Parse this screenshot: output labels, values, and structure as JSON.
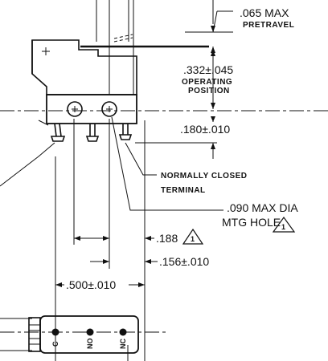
{
  "dimensions": {
    "pretravel_value": ".065 MAX",
    "pretravel_label": "PRETRAVEL",
    "operating_value": ".332±.045",
    "operating_label_1": "OPERATING",
    "operating_label_2": "POSITION",
    "height_value": ".180±.010",
    "nc_label_1": "NORMALLY CLOSED",
    "nc_label_2": "TERMINAL",
    "hole_label_1": ".090 MAX DIA",
    "hole_label_2": "MTG HOLE",
    "hole_spacing": ".188",
    "offset_value": ".156±.010",
    "width_value": ".500±.010"
  },
  "notes": {
    "flag_number": "1"
  },
  "terminals": {
    "c": "C",
    "no": "NO",
    "nc": "NC"
  }
}
